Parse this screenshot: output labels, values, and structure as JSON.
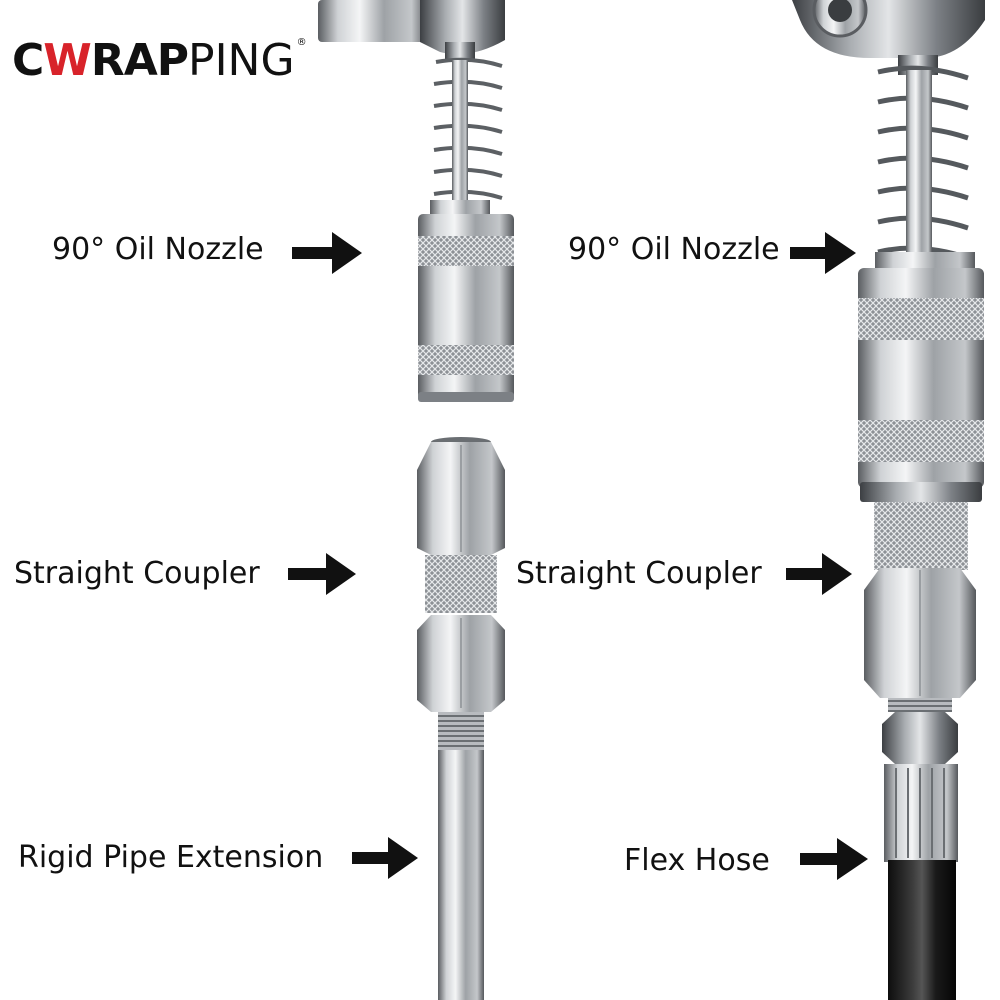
{
  "logo": {
    "letters_bold_pre": "C",
    "letter_w": "W",
    "letters_bold_post": "RAP",
    "letters_thin": "PING",
    "registered": "®",
    "accent_color": "#d8232a"
  },
  "labels": [
    {
      "id": "left-nozzle",
      "text": "90° Oil Nozzle"
    },
    {
      "id": "right-nozzle",
      "text": "90° Oil Nozzle"
    },
    {
      "id": "left-coupler",
      "text": "Straight Coupler"
    },
    {
      "id": "right-coupler",
      "text": "Straight Coupler"
    },
    {
      "id": "left-pipe",
      "text": "Rigid Pipe Extension"
    },
    {
      "id": "right-hose",
      "text": "Flex Hose"
    }
  ],
  "icons": [
    "arrow-right-icon"
  ]
}
